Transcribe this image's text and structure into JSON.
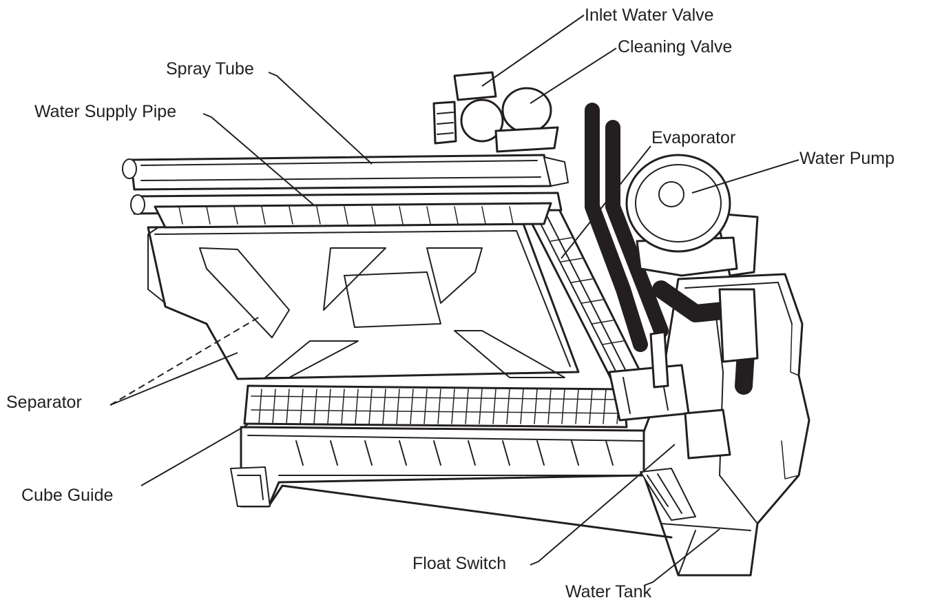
{
  "labels": {
    "inlet_water_valve": "Inlet Water Valve",
    "cleaning_valve": "Cleaning Valve",
    "spray_tube": "Spray Tube",
    "water_supply_pipe": "Water Supply Pipe",
    "evaporator": "Evaporator",
    "water_pump": "Water Pump",
    "separator": "Separator",
    "cube_guide": "Cube Guide",
    "float_switch": "Float Switch",
    "water_tank": "Water Tank"
  },
  "colors": {
    "line": "#231f20",
    "background": "#ffffff"
  }
}
